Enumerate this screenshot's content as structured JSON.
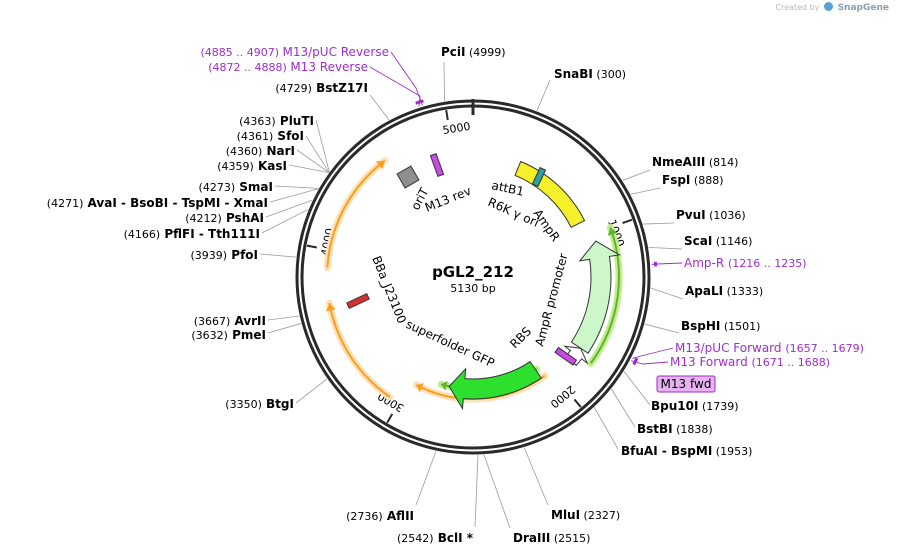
{
  "brand": {
    "prefix": "Created by",
    "name": "SnapGene"
  },
  "plasmid": {
    "name": "pGL2_212",
    "size_label": "5130 bp",
    "length": 5130
  },
  "colors": {
    "backbone": "#2a2a2a",
    "enzyme_label": "#000000",
    "enzyme_position": "#000000",
    "primer": "#9b2fc9",
    "primer_fill": "#e7b2f2",
    "leader": "#9b9b9b",
    "ori_arrow": "#f4f02a",
    "ampr_arrow": "#ccf7c9",
    "gfp_arrow": "#2ee02e",
    "orf_line": "#ff9c1a",
    "orf_glow": "#fde2b9",
    "orf_green_glow": "#bef08a",
    "m13rev_fill": "#c94be6",
    "attb1_fill": "#2fa0a0",
    "orit_fill": "#8f8f8f",
    "bba_fill": "#d43030"
  },
  "ticks": [
    {
      "label": "1000",
      "bp": 1000
    },
    {
      "label": "2000",
      "bp": 2000
    },
    {
      "label": "3000",
      "bp": 3000
    },
    {
      "label": "4000",
      "bp": 4000
    },
    {
      "label": "5000",
      "bp": 5000
    }
  ],
  "enzymes": [
    {
      "id": "pcii",
      "name": "PciI",
      "pos": "(4999)",
      "bp": 4999
    },
    {
      "id": "snabi",
      "name": "SnaBI",
      "pos": "(300)",
      "bp": 300
    },
    {
      "id": "nmeaiii",
      "name": "NmeAIII",
      "pos": "(814)",
      "bp": 814
    },
    {
      "id": "fspi",
      "name": "FspI",
      "pos": "(888)",
      "bp": 888
    },
    {
      "id": "pvui",
      "name": "PvuI",
      "pos": "(1036)",
      "bp": 1036
    },
    {
      "id": "scai",
      "name": "ScaI",
      "pos": "(1146)",
      "bp": 1146
    },
    {
      "id": "apali",
      "name": "ApaLI",
      "pos": "(1333)",
      "bp": 1333
    },
    {
      "id": "bsphi",
      "name": "BspHI",
      "pos": "(1501)",
      "bp": 1501
    },
    {
      "id": "bpu10i",
      "name": "Bpu10I",
      "pos": "(1739)",
      "bp": 1739
    },
    {
      "id": "bstbi",
      "name": "BstBI",
      "pos": "(1838)",
      "bp": 1838
    },
    {
      "id": "bfuai",
      "name": "BfuAI",
      "name2": "BspMI",
      "pos": "(1953)",
      "bp": 1953
    },
    {
      "id": "mlui",
      "name": "MluI",
      "pos": "(2327)",
      "bp": 2327
    },
    {
      "id": "draiii",
      "name": "DraIII",
      "pos": "(2515)",
      "bp": 2515
    },
    {
      "id": "bcli",
      "name": "BclI *",
      "pos": "(2542)",
      "bp": 2542
    },
    {
      "id": "aflii",
      "name": "AflII",
      "pos": "(2736)",
      "bp": 2736
    },
    {
      "id": "btgi",
      "name": "BtgI",
      "pos": "(3350)",
      "bp": 3350
    },
    {
      "id": "pmei",
      "name": "PmeI",
      "pos": "(3632)",
      "bp": 3632
    },
    {
      "id": "avrii",
      "name": "AvrII",
      "pos": "(3667)",
      "bp": 3667
    },
    {
      "id": "pfoi",
      "name": "PfoI",
      "pos": "(3939)",
      "bp": 3939
    },
    {
      "id": "pflfi",
      "name": "PflFI",
      "name2": "Tth111I",
      "pos": "(4166)",
      "bp": 4166
    },
    {
      "id": "pshai",
      "name": "PshAI",
      "pos": "(4212)",
      "bp": 4212
    },
    {
      "id": "avai",
      "name": "AvaI",
      "name2": "BsoBI",
      "name3": "TspMI",
      "name4": "XmaI",
      "pos": "(4271)",
      "bp": 4271
    },
    {
      "id": "smai",
      "name": "SmaI",
      "pos": "(4273)",
      "bp": 4273
    },
    {
      "id": "kasi",
      "name": "KasI",
      "pos": "(4359)",
      "bp": 4359
    },
    {
      "id": "nari",
      "name": "NarI",
      "pos": "(4360)",
      "bp": 4360
    },
    {
      "id": "sfoi",
      "name": "SfoI",
      "pos": "(4361)",
      "bp": 4361
    },
    {
      "id": "pluti",
      "name": "PluTI",
      "pos": "(4363)",
      "bp": 4363
    },
    {
      "id": "bstz17i",
      "name": "BstZ17I",
      "pos": "(4729)",
      "bp": 4729
    }
  ],
  "primers": [
    {
      "id": "m13puc-reverse",
      "name": "M13/pUC Reverse",
      "range": "(4885 .. 4907)",
      "bp": 4896
    },
    {
      "id": "m13-reverse",
      "name": "M13 Reverse",
      "range": "(4872 .. 4888)",
      "bp": 4880
    },
    {
      "id": "amp-r",
      "name": "Amp-R",
      "range": "(1216 .. 1235)",
      "bp": 1225
    },
    {
      "id": "m13puc-forward",
      "name": "M13/pUC Forward",
      "range": "(1657 .. 1679)",
      "bp": 1668
    },
    {
      "id": "m13-forward",
      "name": "M13 Forward",
      "range": "(1671 .. 1688)",
      "bp": 1680
    }
  ],
  "primer_box": {
    "label": "M13 fwd"
  },
  "features": [
    {
      "id": "ori",
      "label": "ori",
      "start": 320,
      "end": 900
    },
    {
      "id": "ampr",
      "label": "AmpR",
      "start": 1050,
      "end": 1760
    },
    {
      "id": "ampr-promoter",
      "label": "AmpR promoter",
      "start": 1760,
      "end": 1860
    },
    {
      "id": "rbs",
      "label": "RBS",
      "start": 2020,
      "end": 2050
    },
    {
      "id": "superfolder-gfp",
      "label": "superfolder GFP",
      "start": 2100,
      "end": 2820
    },
    {
      "id": "bba-j23100",
      "label": "BBa_J23100",
      "start": 3580,
      "end": 3620
    },
    {
      "id": "m13-rev",
      "label": "M13 rev",
      "start": 4870,
      "end": 4890
    },
    {
      "id": "orit",
      "label": "oriT",
      "start": 4640,
      "end": 4720
    },
    {
      "id": "attb1",
      "label": "attB1",
      "start": 470,
      "end": 500
    },
    {
      "id": "r6k-ori",
      "label": "R6K γ ori",
      "start": 0,
      "end": 0
    }
  ],
  "orfs": [
    {
      "id": "orf-ampr",
      "start": 1000,
      "end": 1800,
      "green": true
    },
    {
      "id": "orf-gfp",
      "start": 2070,
      "end": 2800,
      "green": true
    },
    {
      "id": "orf-gfp-outer",
      "start": 2050,
      "end": 2960,
      "green": false
    },
    {
      "id": "orf-lower-left",
      "start": 3060,
      "end": 3700,
      "green": false
    },
    {
      "id": "orf-left",
      "start": 3900,
      "end": 4600,
      "green": false
    }
  ]
}
